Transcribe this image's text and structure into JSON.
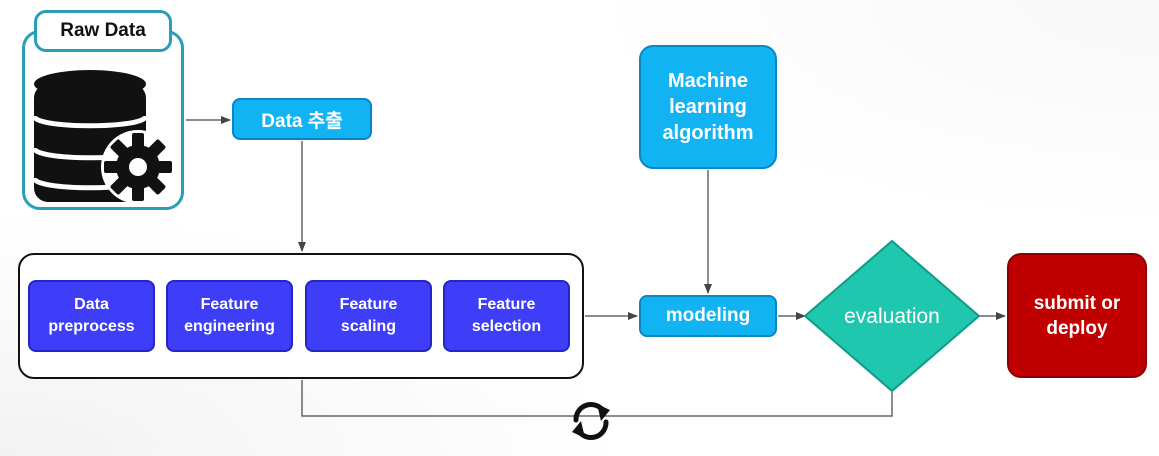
{
  "diagram": {
    "raw_data": {
      "label": "Raw Data",
      "icon": "database-gear-icon"
    },
    "extract": {
      "label": "Data 추출"
    },
    "ml_algorithm": {
      "label": "Machine learning algorithm"
    },
    "pipeline": {
      "steps": [
        {
          "label": "Data preprocess"
        },
        {
          "label": "Feature engineering"
        },
        {
          "label": "Feature scaling"
        },
        {
          "label": "Feature selection"
        }
      ]
    },
    "modeling": {
      "label": "modeling"
    },
    "evaluation": {
      "label": "evaluation"
    },
    "deploy": {
      "label": "submit or deploy"
    },
    "loop_icon": "cycle-arrows-icon"
  },
  "colors": {
    "raw_border": "#2a9db7",
    "process_blue": "#12b3f2",
    "step_blue": "#3e3ef8",
    "evaluation_teal": "#1ec7ad",
    "deploy_red": "#c00000",
    "line_gray": "#666666"
  }
}
